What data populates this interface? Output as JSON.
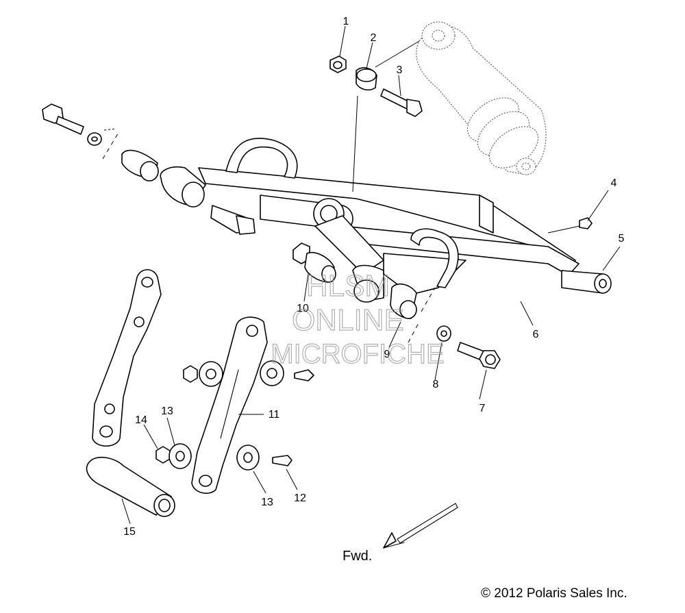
{
  "callouts": [
    "1",
    "2",
    "3",
    "4",
    "5",
    "6",
    "7",
    "8",
    "9",
    "10",
    "11",
    "12",
    "13",
    "13",
    "14",
    "15"
  ],
  "watermark": {
    "line1": "HLSM",
    "line2": "ONLINE",
    "line3": "MICROFICHE"
  },
  "direction_label": "Fwd.",
  "copyright": "© 2012 Polaris Sales Inc."
}
